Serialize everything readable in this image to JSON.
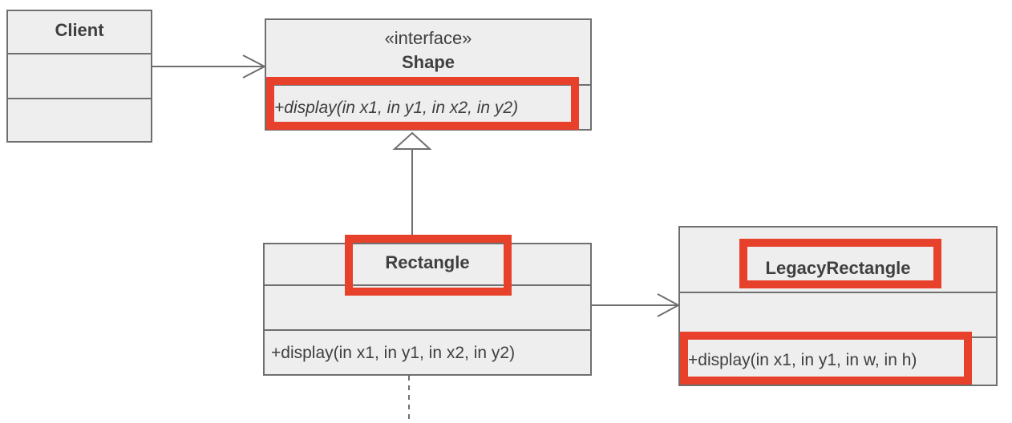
{
  "diagram": {
    "client": {
      "name": "Client"
    },
    "shape": {
      "stereotype": "«interface»",
      "name": "Shape",
      "operations": [
        "+display(in x1, in y1, in x2, in y2)"
      ]
    },
    "rectangle": {
      "name": "Rectangle",
      "operations": [
        "+display(in x1, in y1, in x2, in y2)"
      ]
    },
    "legacy_rectangle": {
      "name": "LegacyRectangle",
      "operations": [
        "+display(in x1, in y1, in w, in h)"
      ]
    }
  },
  "colors": {
    "highlight": "#e8412b",
    "box_fill": "#eeeeee",
    "line": "#6f6f6f",
    "text": "#3f3f3f"
  }
}
